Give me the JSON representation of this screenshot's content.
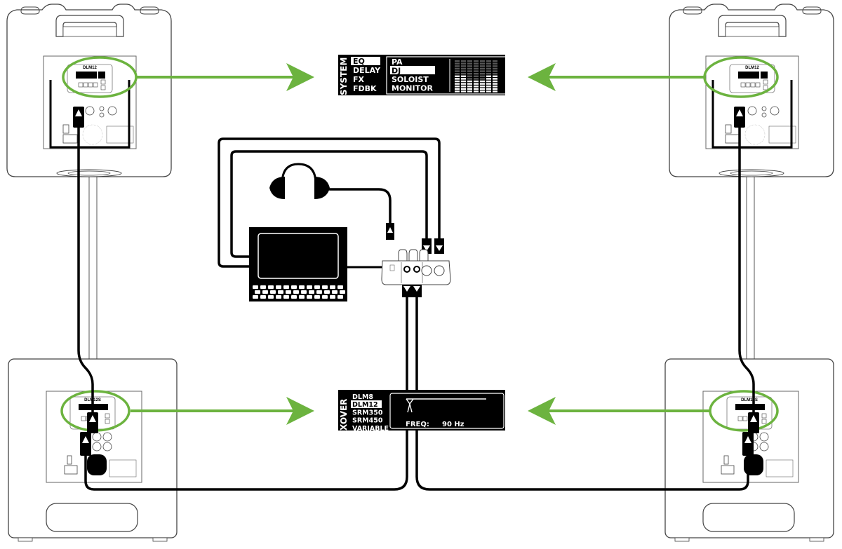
{
  "diagram": {
    "title": "Loudspeaker and subwoofer system connection diagram",
    "colors": {
      "callout": "#6cb33f",
      "cable": "#000000",
      "outline": "#444444",
      "background": "#ffffff"
    },
    "speakers": {
      "top_left": {
        "model": "DLM12",
        "role": "full-range loudspeaker"
      },
      "top_right": {
        "model": "DLM12",
        "role": "full-range loudspeaker"
      },
      "bottom_left": {
        "model": "DLM12S",
        "role": "subwoofer"
      },
      "bottom_right": {
        "model": "DLM12S",
        "role": "subwoofer"
      }
    },
    "system_display": {
      "side_label": "SYSTEM",
      "menu_items": [
        "EQ",
        "DELAY",
        "FX",
        "FDBK"
      ],
      "selected_menu": "EQ",
      "options": [
        "PA",
        "DJ",
        "SOLOIST",
        "MONITOR"
      ],
      "selected_option": "DJ",
      "eq_bars": [
        0.55,
        0.55,
        0.4,
        0.35,
        0.4,
        0.55,
        0.55
      ]
    },
    "xover_display": {
      "side_label": "XOVER",
      "options": [
        "DLM8",
        "DLM12",
        "SRM350",
        "SRM450",
        "VARIABLE"
      ],
      "selected_option": "DLM12",
      "freq_label": "FREQ:",
      "freq_value": "90 Hz"
    },
    "devices": {
      "laptop": "laptop-computer",
      "headphones": "headphones",
      "mixer": "compact-mixer"
    }
  }
}
